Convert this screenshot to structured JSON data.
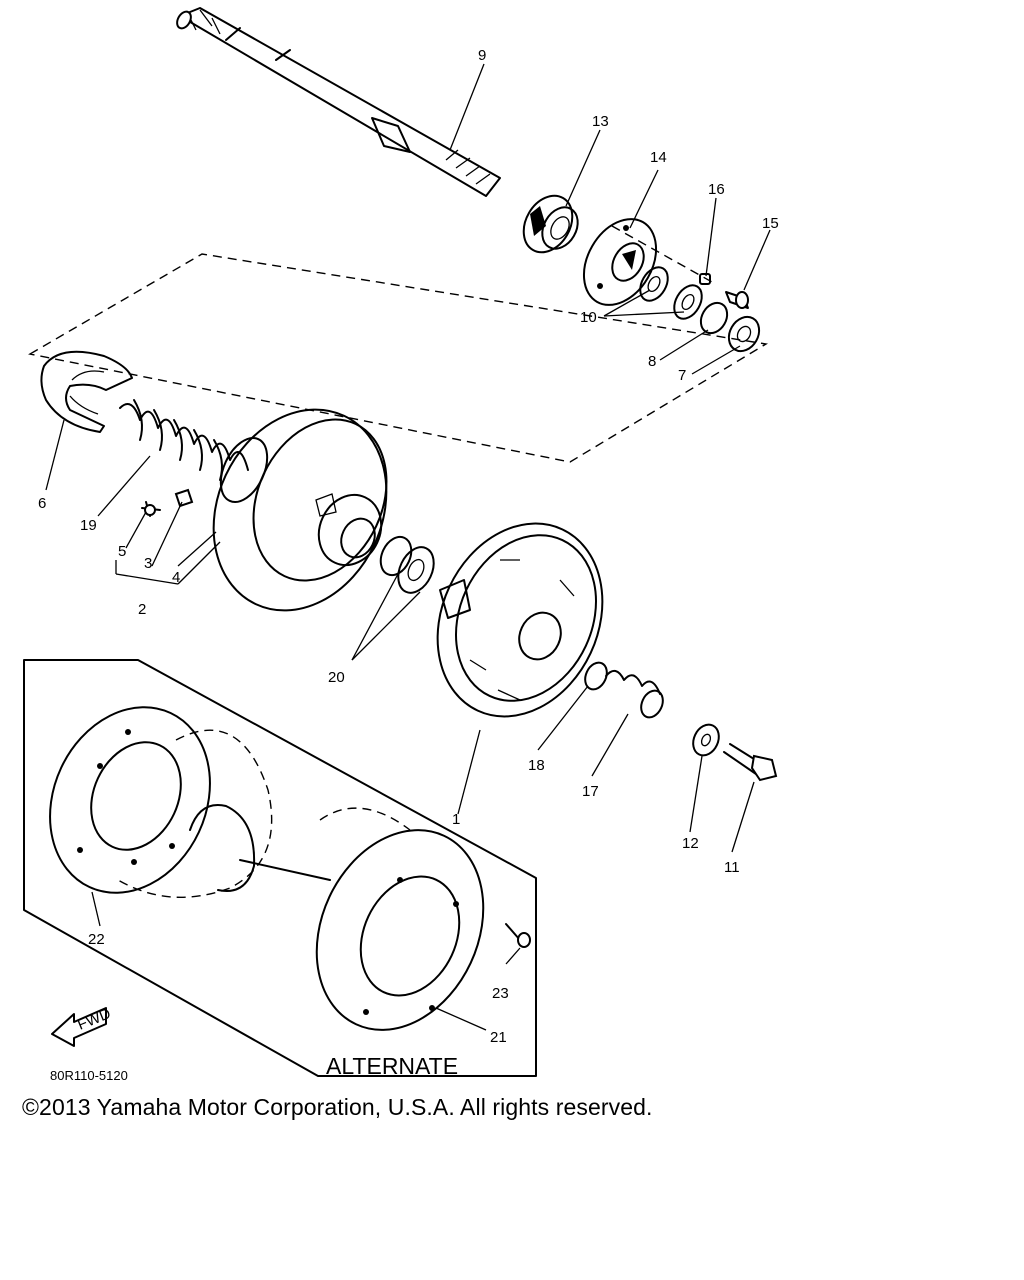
{
  "diagram": {
    "callouts": [
      "1",
      "2",
      "3",
      "4",
      "5",
      "6",
      "7",
      "8",
      "9",
      "10",
      "11",
      "12",
      "13",
      "14",
      "15",
      "16",
      "17",
      "18",
      "19",
      "20",
      "21",
      "22",
      "23"
    ],
    "alternate_label": "ALTERNATE",
    "drawing_code": "80R110-5120",
    "fwd_label": "FWD"
  },
  "footer": {
    "copyright": "©2013 Yamaha Motor Corporation, U.S.A. All rights reserved."
  }
}
